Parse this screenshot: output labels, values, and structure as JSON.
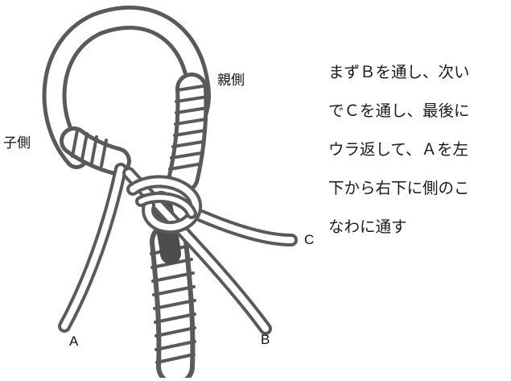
{
  "labels": {
    "parent_side": "親側",
    "child_side": "子側",
    "a": "A",
    "b": "B",
    "c": "C"
  },
  "instructions": {
    "lines": [
      "まずＢを通し、次い",
      "でＣを通し、最後に",
      "ウラ返して、Ａを左",
      "下から右下に側のこ",
      "なわに通す"
    ]
  },
  "colors": {
    "rope_outline": "#5a5a5a",
    "rope_fill": "#ffffff",
    "shadow": "#4d4d4d",
    "text": "#1a1a1a"
  }
}
